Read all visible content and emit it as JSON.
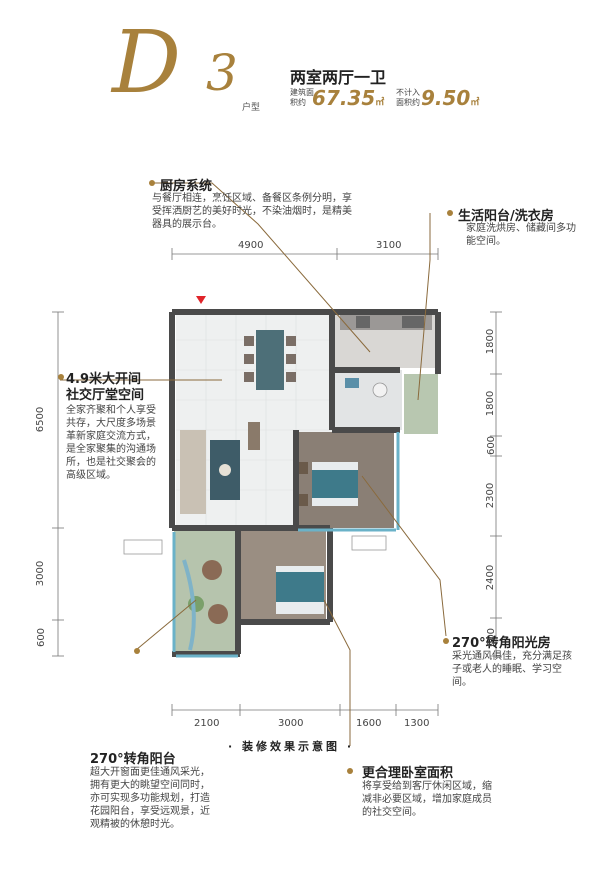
{
  "header": {
    "unit_letter": "D",
    "unit_number": "3",
    "unit_type_label": "户型",
    "layout_name": "两室两厅一卫",
    "built_area_label": "建筑面积约",
    "built_area_value": "67.35",
    "area_unit": "㎡",
    "excluded_area_label": "不计入面积约",
    "excluded_area_value": "9.50"
  },
  "annotations": {
    "kitchen": {
      "title": "厨房系统",
      "desc": "与餐厅相连，烹饪区域、备餐区条例分明，享受挥洒厨艺的美好时光，不染油烟时，是精美器具的展示台。"
    },
    "laundry": {
      "title": "生活阳台/洗衣房",
      "desc": "家庭洗烘房、储藏间多功能空间。"
    },
    "living_line1": "4.9米大开间",
    "living_line2": "社交厅堂空间",
    "living_desc": "全家齐聚和个人享受共存，大尺度多场景革新家庭交流方式，是全家聚集的沟通场所，也是社交聚会的高级区域。",
    "sunroom": {
      "title": "270°转角阳光房",
      "desc": "采光通风俱佳，充分满足孩子或老人的睡眠、学习空间。"
    },
    "balcony": {
      "title": "270°转角阳台",
      "desc": "超大开窗面更佳通风采光，拥有更大的眺望空间同时，亦可实现多功能规划，打造花园阳台，享受远观景，近观精被的休憩时光。"
    },
    "bedroom": {
      "title": "更合理卧室面积",
      "desc": "将享受给到客厅休闲区域，缩减非必要区域，增加家庭成员的社交空间。"
    }
  },
  "dimensions": {
    "top": [
      "4900",
      "3100"
    ],
    "bottom": [
      "2100",
      "3000",
      "1600",
      "1300"
    ],
    "left": [
      "6500",
      "3000",
      "600"
    ],
    "right": [
      "1800",
      "1800",
      "600",
      "2300",
      "2400",
      "600"
    ]
  },
  "caption": "装修效果示意图",
  "colors": {
    "accent": "#a8813c",
    "wall": "#4a4a4a",
    "floor_wood": "#8a7a6a",
    "teal": "#3e7a8a"
  }
}
